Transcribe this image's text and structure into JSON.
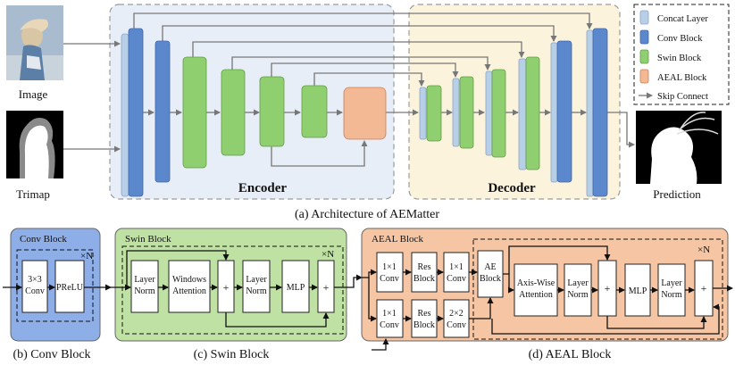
{
  "inputs": {
    "image_label": "Image",
    "trimap_label": "Trimap",
    "prediction_label": "Prediction"
  },
  "encoder_label": "Encoder",
  "decoder_label": "Decoder",
  "legend": {
    "concat": "Concat Layer",
    "conv": "Conv Block",
    "swin": "Swin Block",
    "aeal": "AEAL Block",
    "skip": "Skip Connect"
  },
  "caption_a": "(a) Architecture of AEMatter",
  "conv_block": {
    "title": "Conv Block",
    "conv": [
      "3×3",
      "Conv"
    ],
    "prelu": "PReLU",
    "repeat": "×N",
    "caption": "(b) Conv Block"
  },
  "swin_block": {
    "title": "Swin Block",
    "layer_norm": [
      "Layer",
      "Norm"
    ],
    "windows_attention": [
      "Windows",
      "Attention"
    ],
    "plus": "+",
    "mlp": "MLP",
    "repeat": "×N",
    "caption": "(c) Swin Block"
  },
  "aeal_block": {
    "title": "AEAL Block",
    "conv1x1": [
      "1×1",
      "Conv"
    ],
    "res_block": [
      "Res",
      "Block"
    ],
    "conv2x2": [
      "2×2",
      "Conv"
    ],
    "ae_block": [
      "AE",
      "Block"
    ],
    "axis_attention": [
      "Axis-Wise",
      "Attention"
    ],
    "layer_norm": [
      "Layer",
      "Norm"
    ],
    "plus": "+",
    "mlp": "MLP",
    "repeat": "×N",
    "caption": "(d) AEAL Block"
  },
  "colors": {
    "concat": "#b8cfe8",
    "conv": "#5b87cc",
    "swin": "#8fcf6f",
    "aeal": "#f3b894",
    "encoder_bg": "#e8eef8",
    "decoder_bg": "#fbf3dc",
    "conv_panel": "#8eaee8",
    "swin_panel": "#bfe1a4",
    "aeal_panel": "#f6c6a4"
  }
}
